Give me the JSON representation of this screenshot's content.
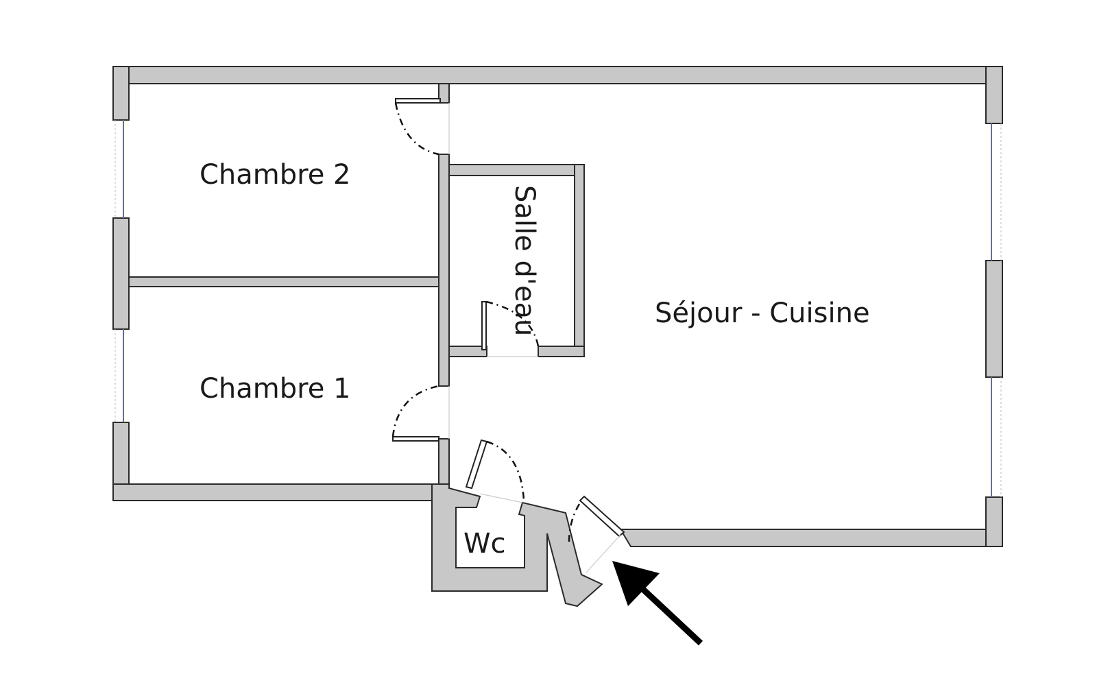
{
  "rooms": {
    "chambre2": "Chambre 2",
    "chambre1": "Chambre 1",
    "salle_deau": "Salle d'eau",
    "sejour_cuisine": "Séjour - Cuisine",
    "wc": "Wc"
  },
  "entrance_marker": "arrow-icon",
  "colors": {
    "wall": "#c8c8c8",
    "window": "#6666cc",
    "outline": "#2a2a2a"
  }
}
